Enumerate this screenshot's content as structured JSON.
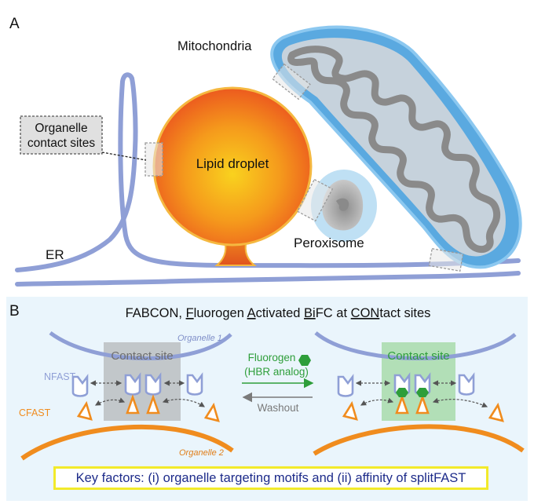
{
  "panel_a": {
    "letter": "A",
    "labels": {
      "mitochondria": "Mitochondria",
      "contact_line1": "Organelle",
      "contact_line2": "contact sites",
      "lipid_droplet": "Lipid droplet",
      "peroxisome": "Peroxisome",
      "er": "ER"
    }
  },
  "panel_b": {
    "letter": "B",
    "title_parts": [
      {
        "text": "FABCON, ",
        "u": false
      },
      {
        "text": "F",
        "u": true
      },
      {
        "text": "luorogen ",
        "u": false
      },
      {
        "text": "A",
        "u": true
      },
      {
        "text": "ctivated ",
        "u": false
      },
      {
        "text": "Bi",
        "u": true
      },
      {
        "text": "FC at ",
        "u": false
      },
      {
        "text": "CON",
        "u": true
      },
      {
        "text": "tact sites",
        "u": false
      }
    ],
    "organelle1": "Organelle 1",
    "organelle2": "Organelle 2",
    "nfast": "NFAST",
    "cfast": "CFAST",
    "contact_site_left": "Contact site",
    "contact_site_right": "Contact site",
    "fluorogen_line1": "Fluorogen",
    "fluorogen_line2": "(HBR analog)",
    "washout": "Washout",
    "key_factors": "Key factors: (i) organelle targeting motifs and (ii) affinity of splitFAST"
  },
  "colors": {
    "membrane": "#8f9fd6",
    "cfast": "#f08c1e",
    "droplet": "#f07a1e",
    "mito_outer": "#5aa9e0",
    "green": "#2e9e3a",
    "key_border": "#f2ea2a",
    "key_text": "#1d2b8a"
  }
}
